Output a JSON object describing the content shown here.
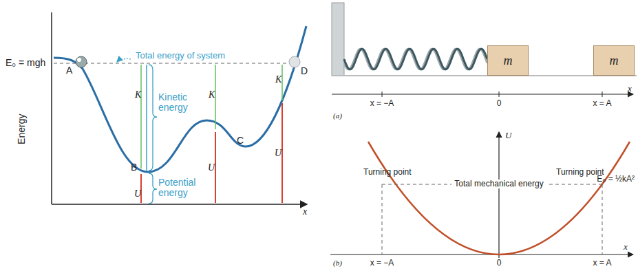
{
  "diagram": {
    "nodes": [
      {
        "text": [
          "m"
        ]
      },
      {
        "text": [
          "m"
        ]
      }
    ],
    "labels": [
      "E₀ = mgh",
      "Total energy of system",
      "Energy",
      "A",
      "B",
      "C",
      "D",
      "K",
      "Kinetic energy",
      "K",
      "K",
      "U",
      "Potential energy",
      "U",
      "U",
      "x",
      "x = −A",
      "0",
      "x = A",
      "x",
      "(a)",
      "U",
      "Turning point",
      "Turning point",
      "Total mechanical energy",
      "E₀ = ½kA²",
      "x = −A",
      "0",
      "x = A",
      "x",
      "(b)"
    ]
  }
}
